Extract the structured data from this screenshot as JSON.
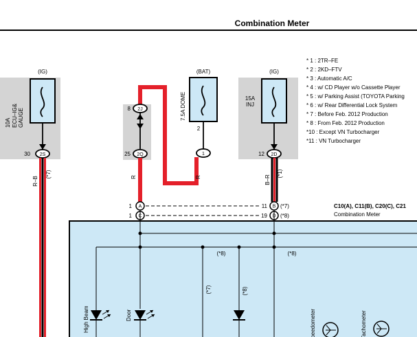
{
  "title": "Combination Meter",
  "fuses": {
    "left": {
      "source": "(IG)",
      "rating": "10A",
      "name_line1": "ECU–IG&",
      "name_line2": "GAUGE"
    },
    "dome": {
      "source": "(BAT)",
      "name": "7.5A DOME"
    },
    "inj": {
      "source": "(IG)",
      "rating": "15A",
      "name": "INJ"
    }
  },
  "connectors": {
    "c_2s": {
      "label": "2S",
      "pin": "30"
    },
    "c_2j": {
      "label": "2J",
      "pin": "8"
    },
    "c_2q": {
      "label": "2Q",
      "pin": "25"
    },
    "c_1": {
      "label": "1",
      "pin": "2"
    },
    "c_2d": {
      "label": "2D",
      "pin": "12"
    }
  },
  "wires": {
    "rb": {
      "color": "R–B",
      "note": "(*7)"
    },
    "r_left": {
      "color": "R"
    },
    "r_mid": {
      "color": "R"
    },
    "br": {
      "color": "B–R",
      "note": "(*1)"
    }
  },
  "meter": {
    "pin_a": {
      "letter": "A",
      "num": "1"
    },
    "pin_c": {
      "letter": "C",
      "num": "1"
    },
    "pin_b": {
      "letter": "B",
      "num": "11",
      "note": "(*7)"
    },
    "pin_d": {
      "letter": "D",
      "num": "19",
      "note": "(*8)"
    },
    "conn_list": "C10(A), C11(B), C20(C), C21",
    "name": "Combination Meter",
    "note8a": "(*8)",
    "note8b": "(*8)",
    "note7": "(*7)",
    "note8c": "(*8)",
    "high_beam": "High Beam",
    "door": "Door",
    "speedometer": "Speedometer",
    "tachometer": "Tachometer"
  },
  "notes": [
    "* 1 : 2TR–FE",
    "* 2 : 2KD–FTV",
    "* 3 : Automatic A/C",
    "* 4 : w/ CD Player w/o Cassette Player",
    "* 5 : w/ Parking Assist (TOYOTA Parking",
    "* 6 : w/ Rear Differential Lock System",
    "* 7 : Before Feb.  2012 Production",
    "* 8 : From Feb.  2012 Production",
    "*10 : Except VN Turbocharger",
    "*11 : VN Turbocharger"
  ],
  "colors": {
    "wire_red": "#e4202a",
    "meter_fill": "#cde8f6",
    "fuse_fill": "#cde8f6",
    "box_gray": "#d4d4d4"
  }
}
